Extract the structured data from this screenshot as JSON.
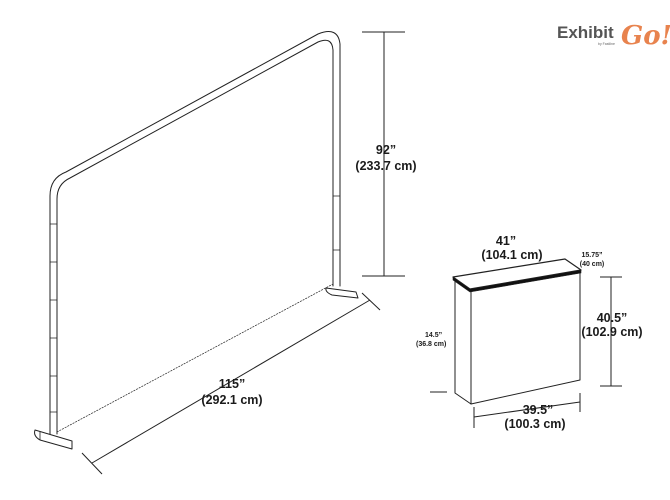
{
  "brand": {
    "name_prefix": "Exhibit",
    "name_suffix": "Go!",
    "tagline": "by Fastline",
    "accent_color": "#e8834e",
    "text_color": "#555555"
  },
  "backwall": {
    "height_label": "92”",
    "height_metric": "(233.7 cm)",
    "width_label": "115”",
    "width_metric": "(292.1 cm)"
  },
  "counter": {
    "top_width_label": "41”",
    "top_width_metric": "(104.1 cm)",
    "depth_label": "15.75”",
    "depth_metric": "(40 cm)",
    "height_label": "40.5”",
    "height_metric": "(102.9 cm)",
    "side_label": "14.5”",
    "side_metric": "(36.8 cm)",
    "base_width_label": "39.5”",
    "base_width_metric": "(100.3 cm)"
  }
}
